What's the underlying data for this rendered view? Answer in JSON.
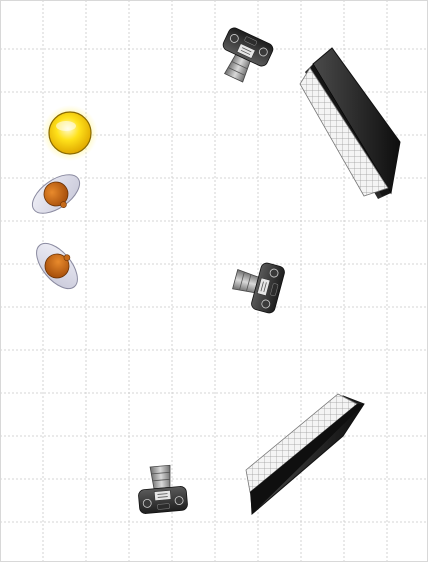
{
  "diagram": {
    "background": "#ffffff",
    "grid_color": "#c9c9c9",
    "frame_color": "#d8d8d8",
    "items": [
      {
        "kind": "sun",
        "name": "sun-light-icon"
      },
      {
        "kind": "person",
        "name": "subject-person-icon"
      },
      {
        "kind": "person",
        "name": "subject-person-icon"
      },
      {
        "kind": "camera",
        "name": "camera-icon"
      },
      {
        "kind": "camera",
        "name": "camera-icon"
      },
      {
        "kind": "camera",
        "name": "camera-icon"
      },
      {
        "kind": "softbox",
        "name": "softbox-light-icon"
      },
      {
        "kind": "softbox",
        "name": "softbox-light-icon"
      }
    ]
  }
}
